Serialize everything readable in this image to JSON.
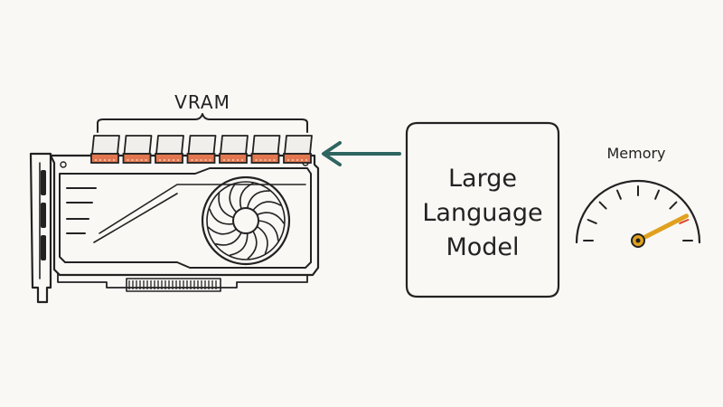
{
  "labels": {
    "vram": "VRAM",
    "model_line1": "Large",
    "model_line2": "Language",
    "model_line3": "Model",
    "memory": "Memory"
  },
  "colors": {
    "ink": "#222222",
    "arrow": "#2f6560",
    "chip_accent": "#e2774f",
    "gauge_needle": "#e0a11f",
    "background": "#faf8f5"
  },
  "gauge": {
    "level": 0.85
  },
  "vram_chip_count": 7
}
